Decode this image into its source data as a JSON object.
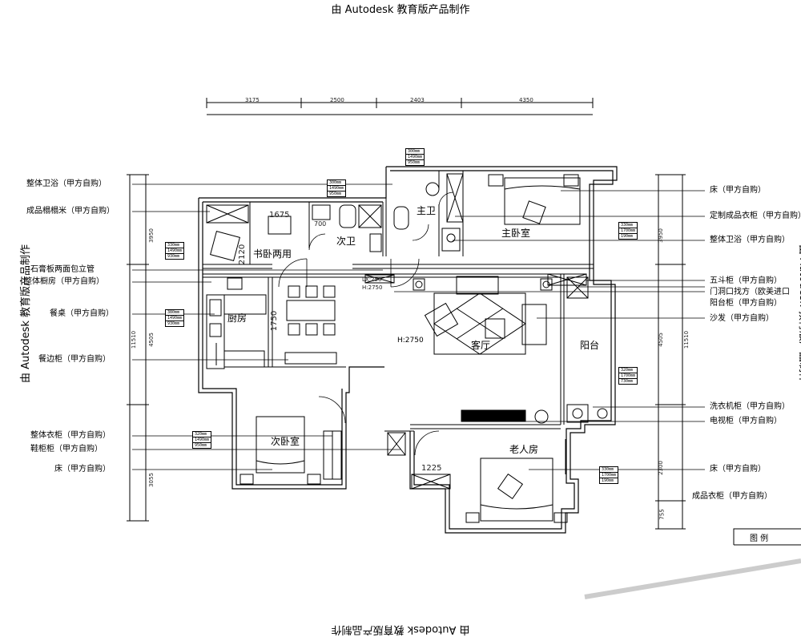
{
  "watermark": "由 Autodesk 教育版产品制作",
  "dims_top": [
    "3175",
    "2500",
    "2403",
    "4350"
  ],
  "dims_left": [
    "3950",
    "4505",
    "11510",
    "3055"
  ],
  "dims_right": [
    "3950",
    "4505",
    "11510",
    "2300",
    "755"
  ],
  "labels_left": [
    "整体卫浴（甲方自购）",
    "成品榻榻米（甲方自购）",
    "石膏板两面包立管",
    "整体橱房（甲方自购）",
    "餐桌（甲方自购）",
    "餐边柜（甲方自购）",
    "整体衣柜（甲方自购）",
    "鞋柜柜（甲方自购）",
    "床（甲方自购）"
  ],
  "labels_right": [
    "床（甲方自购）",
    "定制成品衣柜（甲方自购）",
    "整体卫浴（甲方自购）",
    "五斗柜（甲方自购）",
    "门洞口找方（欧美进口",
    "阳台柜（甲方自购）",
    "沙发（甲方自购）",
    "洗衣机柜（甲方自购）",
    "电视柜（甲方自购）",
    "床（甲方自购）",
    "成品衣柜（甲方自购）"
  ],
  "rooms": {
    "study": "书卧两用",
    "second_bath": "次卫",
    "master_bath": "主卫",
    "master_bed": "主卧室",
    "kitchen": "厨房",
    "living": "客厅",
    "balcony": "阳台",
    "second_bed": "次卧室",
    "elder_room": "老人房"
  },
  "inner_dims": {
    "study_width": "1675",
    "study_depth": "2120",
    "bath_width": "700",
    "dining_depth": "1750",
    "elder_width": "1225"
  },
  "height_note": "H:2750",
  "level_notes": [
    "LX:250",
    "H:2750"
  ],
  "spec_tables": {
    "t1": [
      "300mm",
      "1490mm",
      "950mm"
    ],
    "t2": [
      "300mm",
      "1490mm",
      "950mm"
    ],
    "t3": [
      "330mm",
      "1490mm",
      "930mm"
    ],
    "t4": [
      "330mm",
      "1700mm",
      "190mm"
    ],
    "t5": [
      "380mm",
      "1490mm",
      "930mm"
    ],
    "t6": [
      "320mm",
      "1700mm",
      "730mm"
    ],
    "t7": [
      "320mm",
      "1490mm",
      "950mm"
    ],
    "t8": [
      "330mm",
      "1700mm",
      "190mm"
    ]
  },
  "legend_fragment": "图   例"
}
